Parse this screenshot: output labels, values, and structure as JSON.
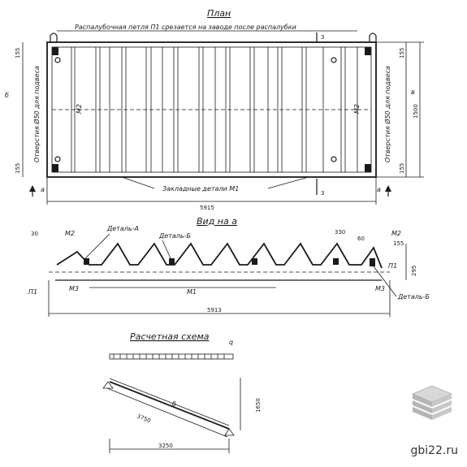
{
  "plan": {
    "title": "План",
    "note": "Распалубочная петля П1 срезается на заводе после распалубки",
    "embedded_parts": "Закладные детали М1",
    "hole_left": "Отверстия Ø50 для подвеса",
    "hole_right": "Отверстия Ø50 для подвеса",
    "m2_left": "М2",
    "m2_right": "М2",
    "section_mark_top": "3",
    "section_mark_bottom": "3",
    "axis_left": "а",
    "axis_right": "а",
    "axis_b_left": "б",
    "axis_b_right": "в",
    "length_dim": "5915",
    "width_dim": "1500",
    "edge_dim": "155",
    "edge_dim_2": "155",
    "edge_dim_3": "155",
    "edge_dim_4": "155"
  },
  "side_view": {
    "title": "Вид на а",
    "detail_a": "Деталь-А",
    "detail_b": "Деталь-Б",
    "detail_b2": "Деталь-Б",
    "m1": "М1",
    "m2_left": "М2",
    "m2_right": "М2",
    "m3_left": "М3",
    "m3_right": "М3",
    "p1_left": "П1",
    "p1_right": "П1",
    "dim_top": "330",
    "dim_angle": "60",
    "dim_left_small": "30",
    "dim_right_small": "155",
    "dim_height": "295",
    "length_dim": "5913"
  },
  "calc_scheme": {
    "title": "Расчетная схема",
    "load": "q",
    "dim_slope": "3750",
    "dim_height": "1650",
    "dim_span": "3250",
    "mark": "δ"
  },
  "watermark": {
    "text": "gbi22.ru"
  }
}
